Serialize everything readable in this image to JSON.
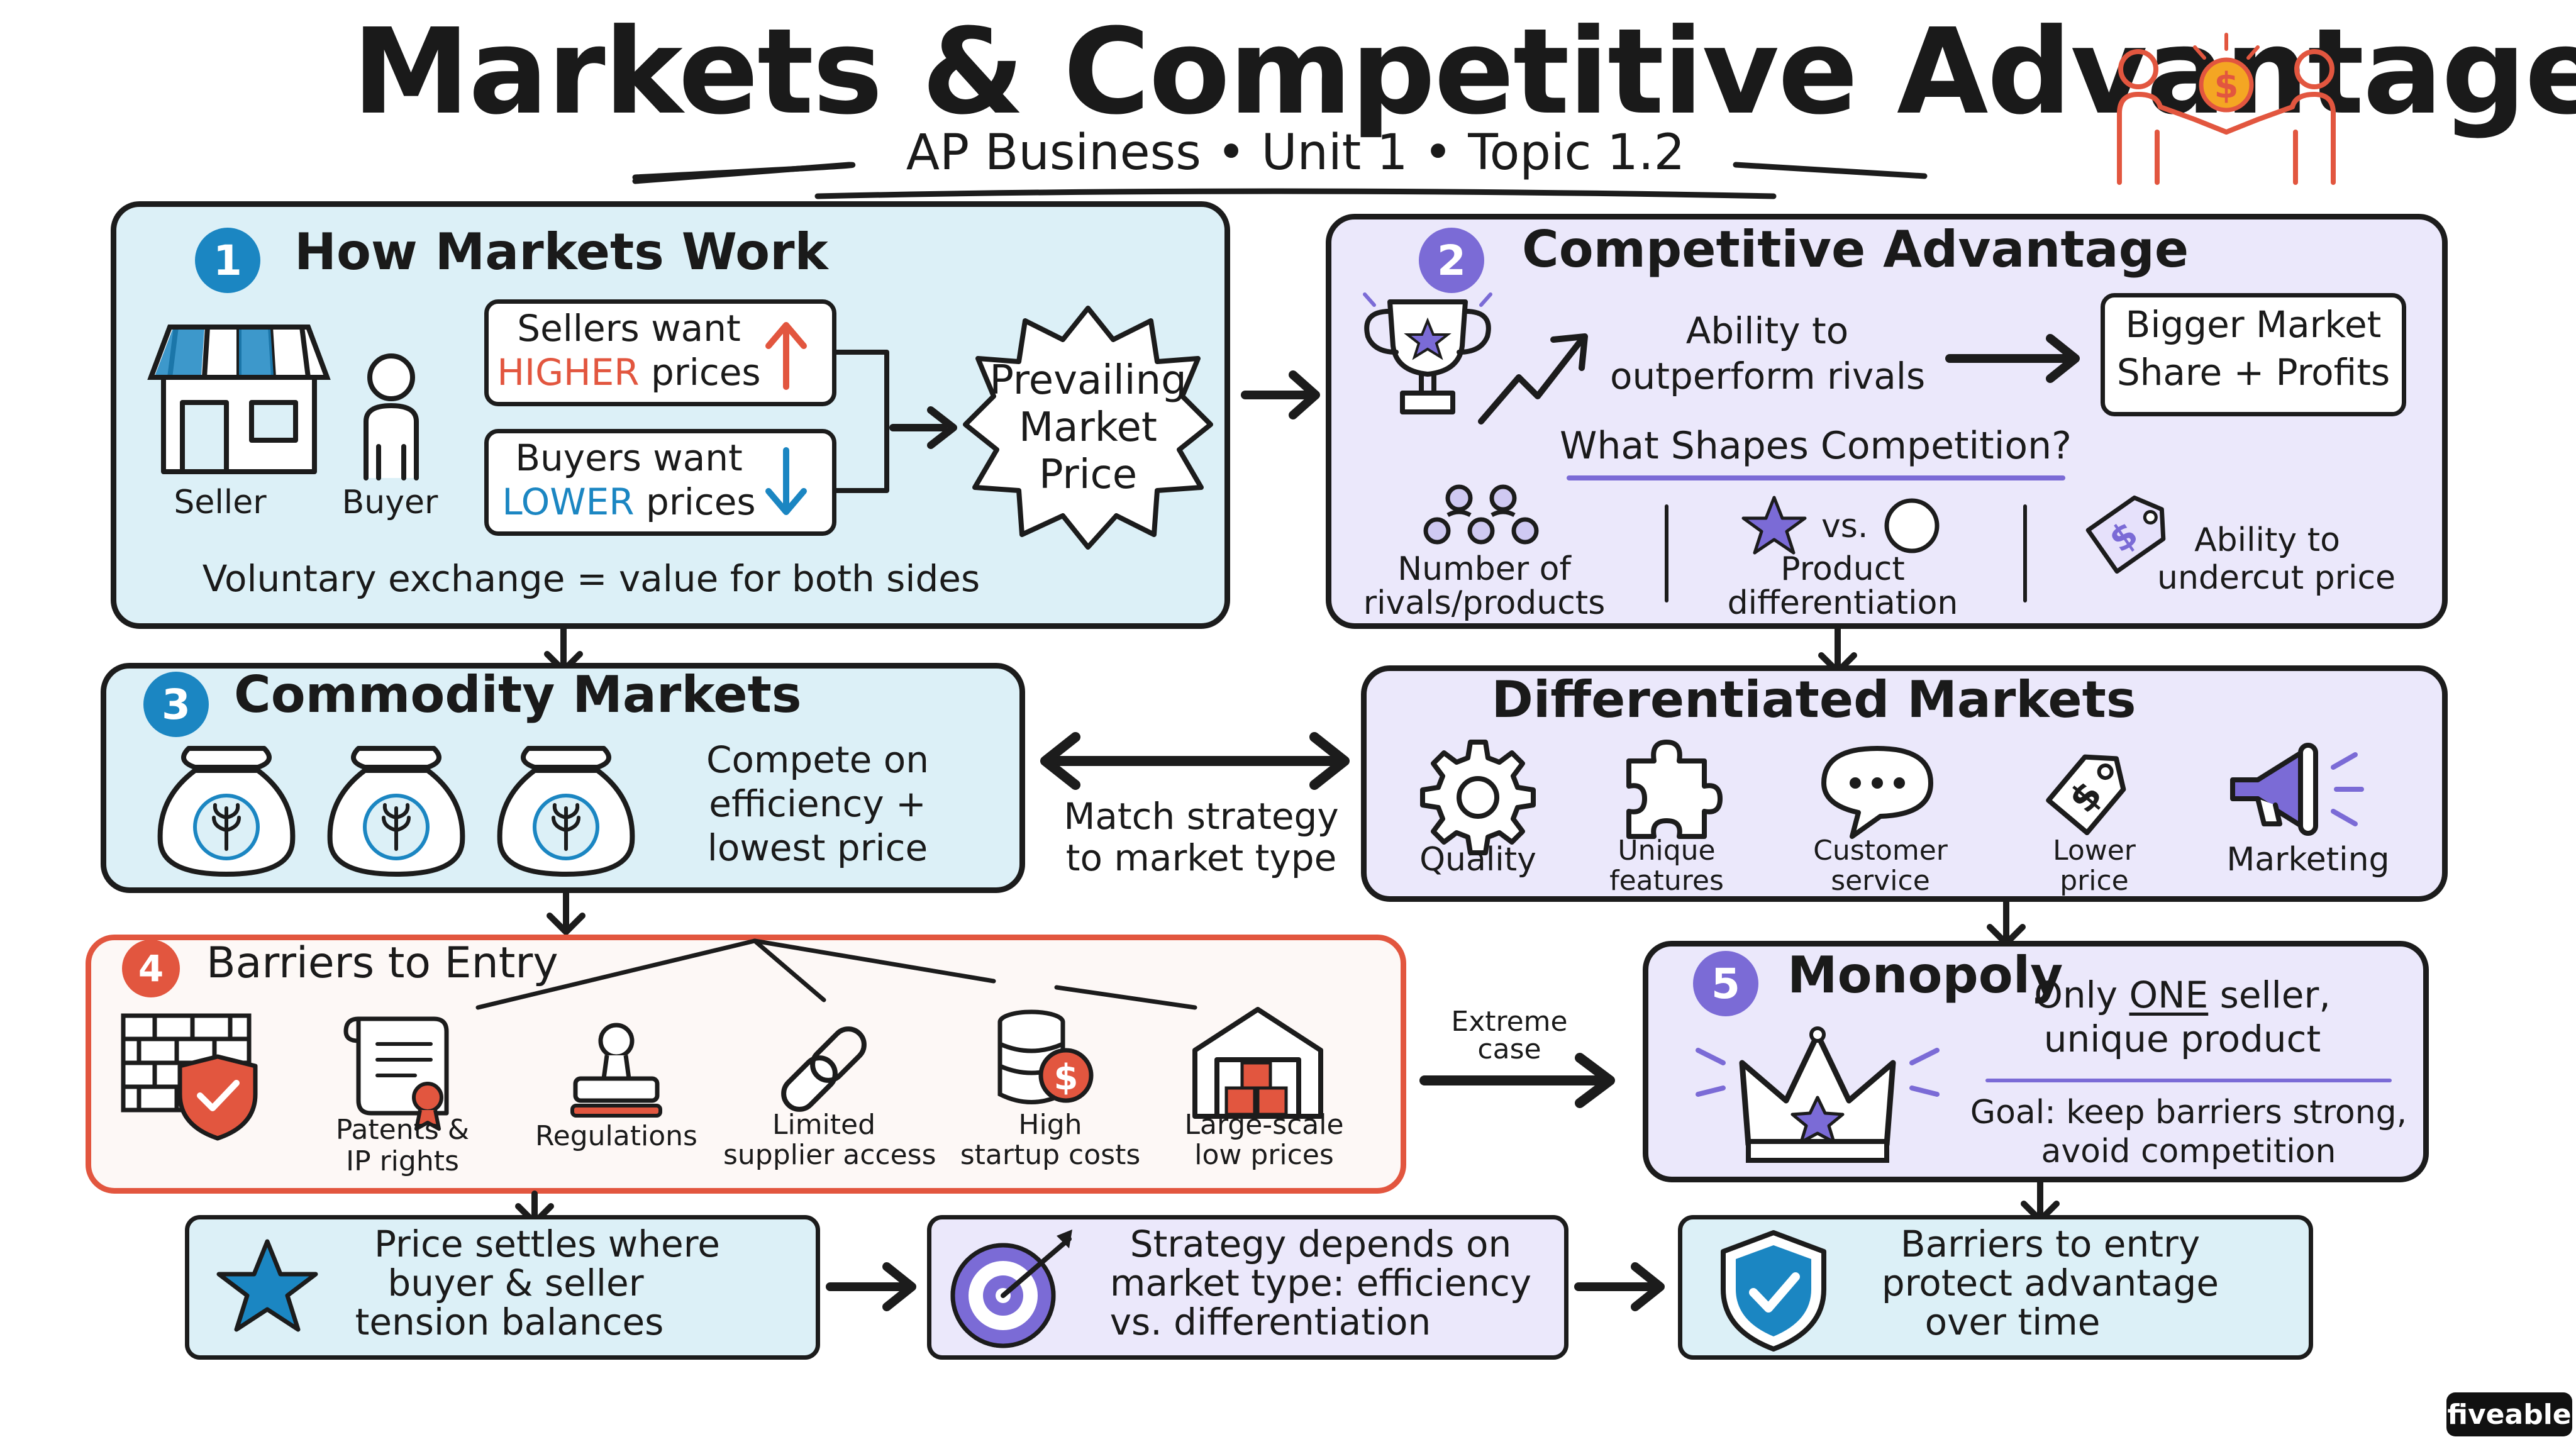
{
  "title": "Markets & Competitive Advantage",
  "subtitle": "AP Business • Unit 1 • Topic 1.2",
  "s1": {
    "num": "1",
    "title": "How Markets Work",
    "seller": "Seller",
    "buyer": "Buyer",
    "sellers_line1": "Sellers want",
    "sellers_word": "HIGHER",
    "sellers_rest": "prices",
    "buyers_line1": "Buyers want",
    "buyers_word": "LOWER",
    "buyers_rest": "prices",
    "burst": [
      "Prevailing",
      "Market",
      "Price"
    ],
    "footer": "Voluntary exchange = value for both sides"
  },
  "s2": {
    "num": "2",
    "title": "Competitive Advantage",
    "ability": [
      "Ability to",
      "outperform rivals"
    ],
    "result": [
      "Bigger Market",
      "Share + Profits"
    ],
    "question": "What Shapes Competition?",
    "f1": [
      "Number of",
      "rivals/products"
    ],
    "vs": "vs.",
    "f2": [
      "Product",
      "differentiation"
    ],
    "f3": [
      "Ability to",
      "undercut price"
    ]
  },
  "s3": {
    "num": "3",
    "title": "Commodity Markets",
    "text": [
      "Compete on",
      "efficiency +",
      "lowest price"
    ]
  },
  "match": [
    "Match strategy",
    "to market type"
  ],
  "diff": {
    "title": "Differentiated Markets",
    "items": [
      {
        "label": [
          "Quality"
        ]
      },
      {
        "label": [
          "Unique",
          "features"
        ]
      },
      {
        "label": [
          "Customer",
          "service"
        ]
      },
      {
        "label": [
          "Lower",
          "price"
        ]
      },
      {
        "label": [
          "Marketing"
        ]
      }
    ]
  },
  "s4": {
    "num": "4",
    "title": "Barriers to Entry",
    "items": [
      {
        "label": [
          "Patents &",
          "IP rights"
        ]
      },
      {
        "label": [
          "Regulations"
        ]
      },
      {
        "label": [
          "Limited",
          "supplier access"
        ]
      },
      {
        "label": [
          "High",
          "startup costs"
        ]
      },
      {
        "label": [
          "Large-scale",
          "low prices"
        ]
      }
    ]
  },
  "extreme": [
    "Extreme",
    "case"
  ],
  "s5": {
    "num": "5",
    "title": "Monopoly",
    "only_pre": "Only",
    "only_word": "ONE",
    "only_post": "seller,",
    "unique": "unique product",
    "goal": [
      "Goal: keep barriers strong,",
      "avoid competition"
    ]
  },
  "summary": [
    {
      "text": [
        "Price settles where",
        "buyer & seller",
        "tension balances"
      ]
    },
    {
      "text": [
        "Strategy depends on",
        "market type: efficiency",
        "vs. differentiation"
      ]
    },
    {
      "text": [
        "Barriers to entry",
        "protect advantage",
        "over time"
      ]
    }
  ],
  "brand": "fiveable",
  "colors": {
    "blue": "#1b86c2",
    "purple": "#7b6bd6",
    "red": "#e2563f",
    "blue_bg": "#dcf0f7",
    "lavender_bg": "#ebe8fb"
  }
}
